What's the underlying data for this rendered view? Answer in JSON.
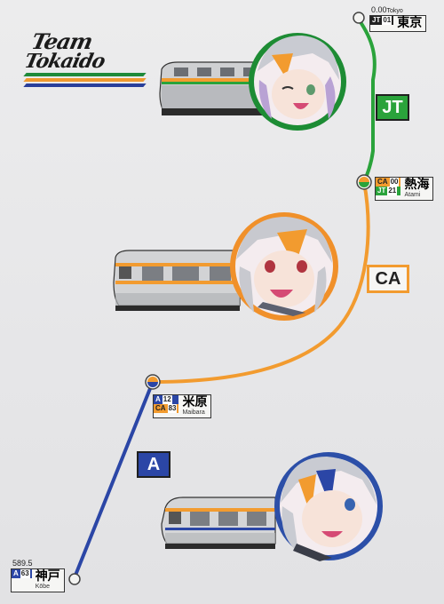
{
  "logo": {
    "line1": "Team",
    "line2": "Tokaido",
    "stripe_colors": [
      "#1f8a3a",
      "#f19a2e",
      "#2a3f9a"
    ]
  },
  "colors": {
    "jt": "#2aa33b",
    "ca": "#f29b2f",
    "a": "#2b46a6",
    "ring_jt": "#1d8c34",
    "ring_ca": "#f0902a",
    "ring_a": "#2c4fa8"
  },
  "line_badges": {
    "jt": "JT",
    "ca": "CA",
    "a": "A"
  },
  "stations": {
    "tokyo": {
      "km": "0.00",
      "codes": [
        {
          "line": "JT",
          "num": "01"
        }
      ],
      "kanji": "東京",
      "romaji": "Tokyo"
    },
    "atami": {
      "codes": [
        {
          "line": "CA",
          "num": "00"
        },
        {
          "line": "JT",
          "num": "21"
        }
      ],
      "kanji": "熱海",
      "romaji": "Atami"
    },
    "maibara": {
      "codes": [
        {
          "line": "A",
          "num": "12"
        },
        {
          "line": "CA",
          "num": "83"
        }
      ],
      "kanji": "米原",
      "romaji": "Maibara"
    },
    "kobe": {
      "km": "589.5",
      "codes": [
        {
          "line": "A",
          "num": "63"
        }
      ],
      "kanji": "神戸",
      "romaji": "Kōbe"
    }
  }
}
